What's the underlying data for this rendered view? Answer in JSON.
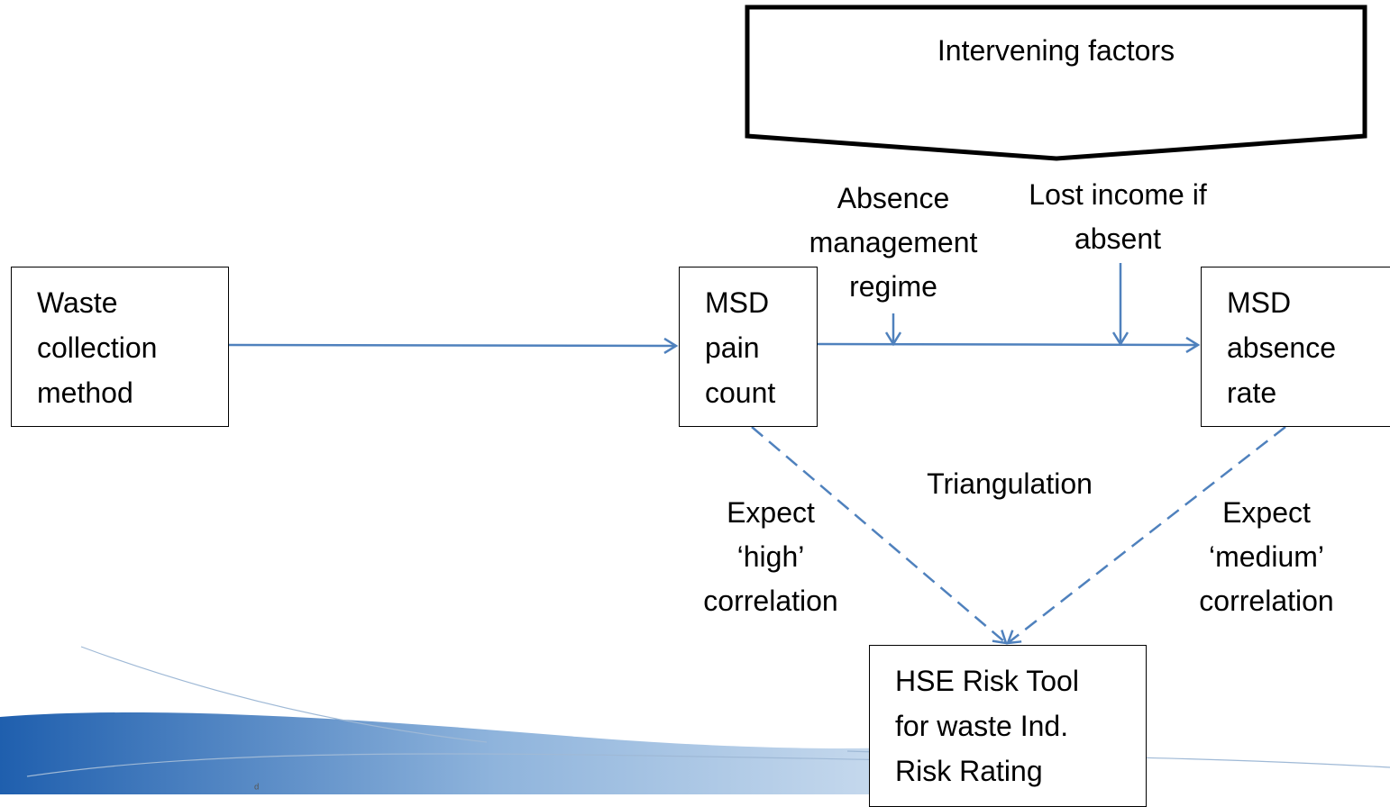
{
  "diagram": {
    "colors": {
      "arrow": "#4f81bd",
      "box_border": "#000000",
      "swoosh_dark": "#1f5fae",
      "swoosh_light": "#8fb4dc",
      "swoosh_line": "#9fb9d6"
    },
    "callout": {
      "text": "Intervening factors"
    },
    "boxes": {
      "waste": "Waste\ncollection\nmethod",
      "pain": "MSD\npain\ncount",
      "absence": "MSD\nabsence\nrate",
      "hse": "HSE Risk Tool\nfor waste Ind.\nRisk Rating"
    },
    "labels": {
      "absence_mgmt": "Absence\nmanagement\nregime",
      "lost_income": "Lost income if\nabsent",
      "triangulation": "Triangulation",
      "expect_high": "Expect\n‘high’\ncorrelation",
      "expect_medium": "Expect\n‘medium’\ncorrelation"
    }
  }
}
